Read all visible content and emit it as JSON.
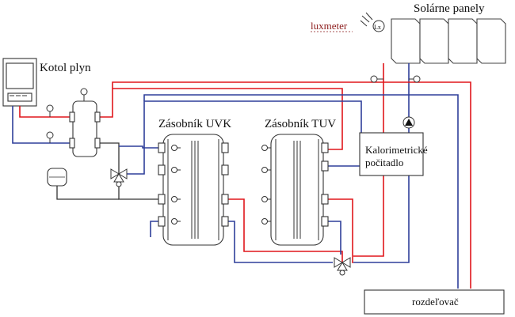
{
  "labels": {
    "solar": "Solárne panely",
    "luxmeter": "luxmeter",
    "boiler": "Kotol plyn",
    "tank_uvk": "Zásobník UVK",
    "tank_tuv": "Zásobník TUV",
    "calorimeter_line1": "Kalorimetrické",
    "calorimeter_line2": "počitadlo",
    "distributor": "rozdeľovač",
    "lux_symbol": "Lx"
  },
  "colors": {
    "hot_pipe": "#e0161b",
    "cold_pipe": "#2f3f9a",
    "equipment_outline": "#333333"
  }
}
